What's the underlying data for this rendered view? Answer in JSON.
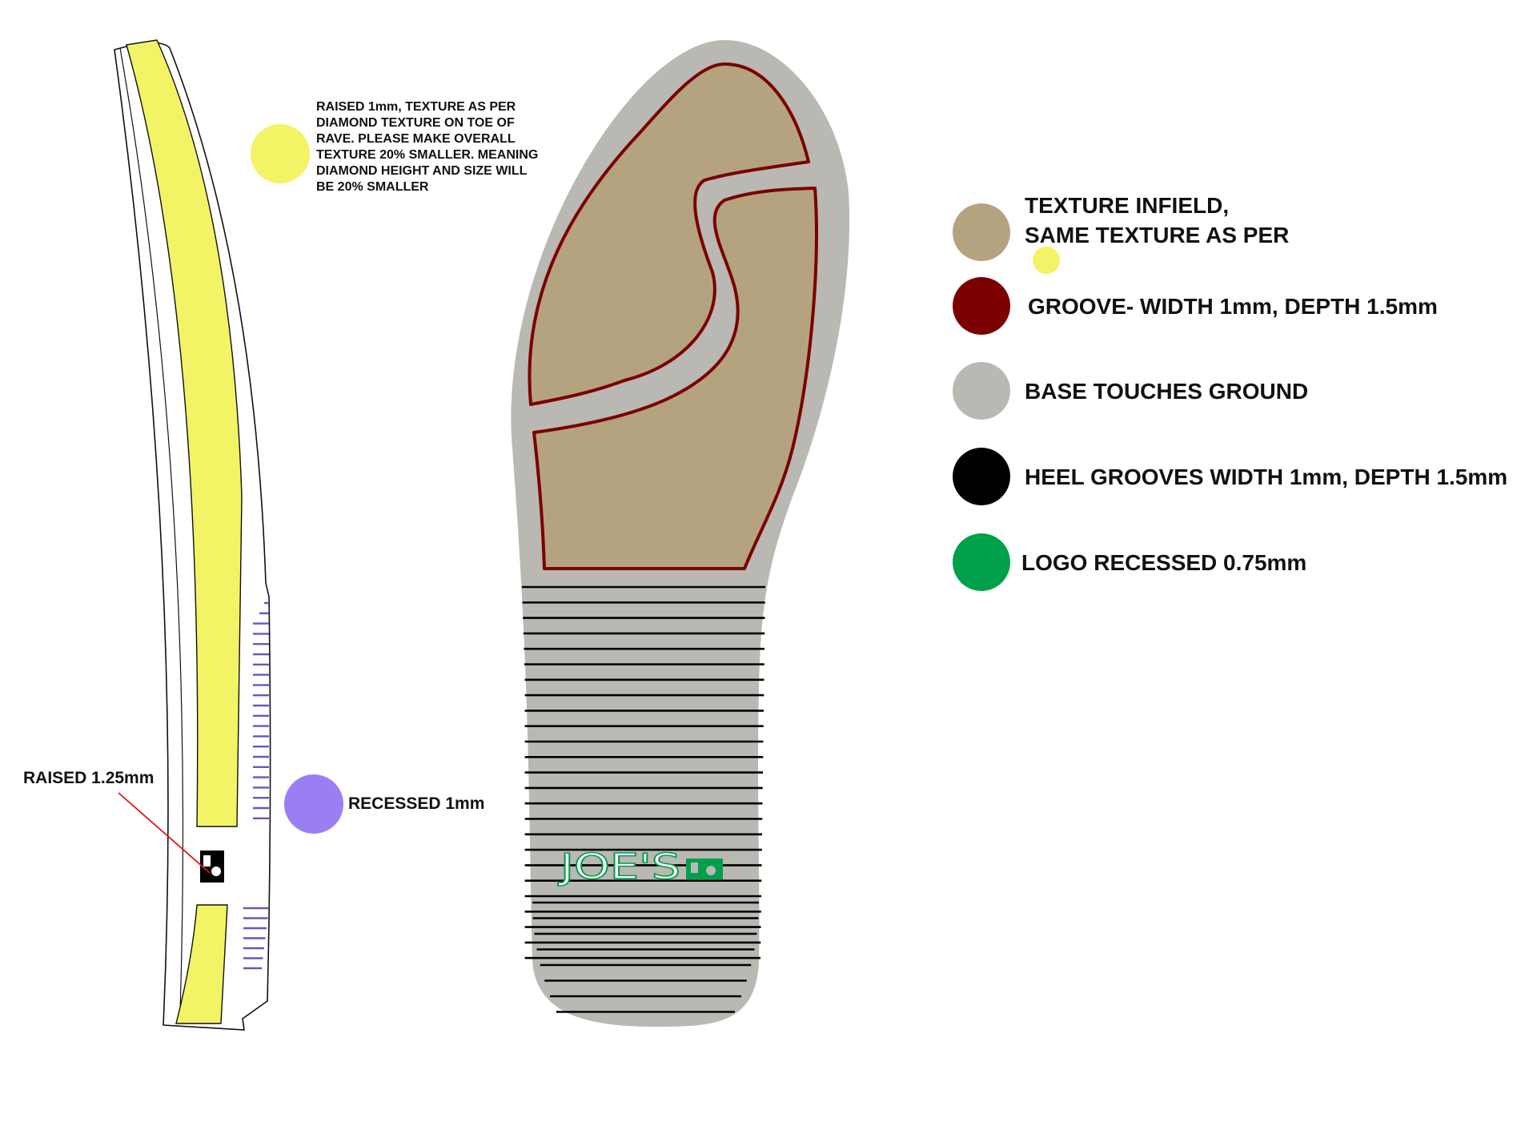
{
  "notes": {
    "top_texture": [
      "RAISED 1mm, TEXTURE AS PER",
      "DIAMOND TEXTURE ON TOE OF",
      "RAVE. PLEASE MAKE OVERALL",
      "TEXTURE 20% SMALLER. MEANING",
      "DIAMOND HEIGHT AND SIZE WILL",
      "BE 20% SMALLER"
    ],
    "raised": "RAISED 1.25mm",
    "recessed": "RECESSED 1mm"
  },
  "logo_text": "JOE'S",
  "legend": [
    {
      "label_lines": [
        "TEXTURE INFIELD,",
        "SAME TEXTURE AS PER"
      ],
      "color": "#b5a37f",
      "inline_ref_color": "#f2f465"
    },
    {
      "label_lines": [
        "GROOVE- WIDTH 1mm, DEPTH 1.5mm"
      ],
      "color": "#7b0000"
    },
    {
      "label_lines": [
        "BASE TOUCHES GROUND"
      ],
      "color": "#b9b8b3"
    },
    {
      "label_lines": [
        "HEEL GROOVES WIDTH 1mm, DEPTH 1.5mm"
      ],
      "color": "#000000"
    },
    {
      "label_lines": [
        "LOGO RECESSED 0.75mm"
      ],
      "color": "#00a04a"
    }
  ],
  "colors": {
    "raised_texture": "#f2f465",
    "recessed": "#9b7ff2",
    "texture_infield": "#b5a37f",
    "groove": "#7b0000",
    "base": "#b9b8b3",
    "heel_grooves": "#000000",
    "logo": "#00a04a",
    "side_grooves": "#6a55c0",
    "pointer_line": "#e0151b"
  }
}
